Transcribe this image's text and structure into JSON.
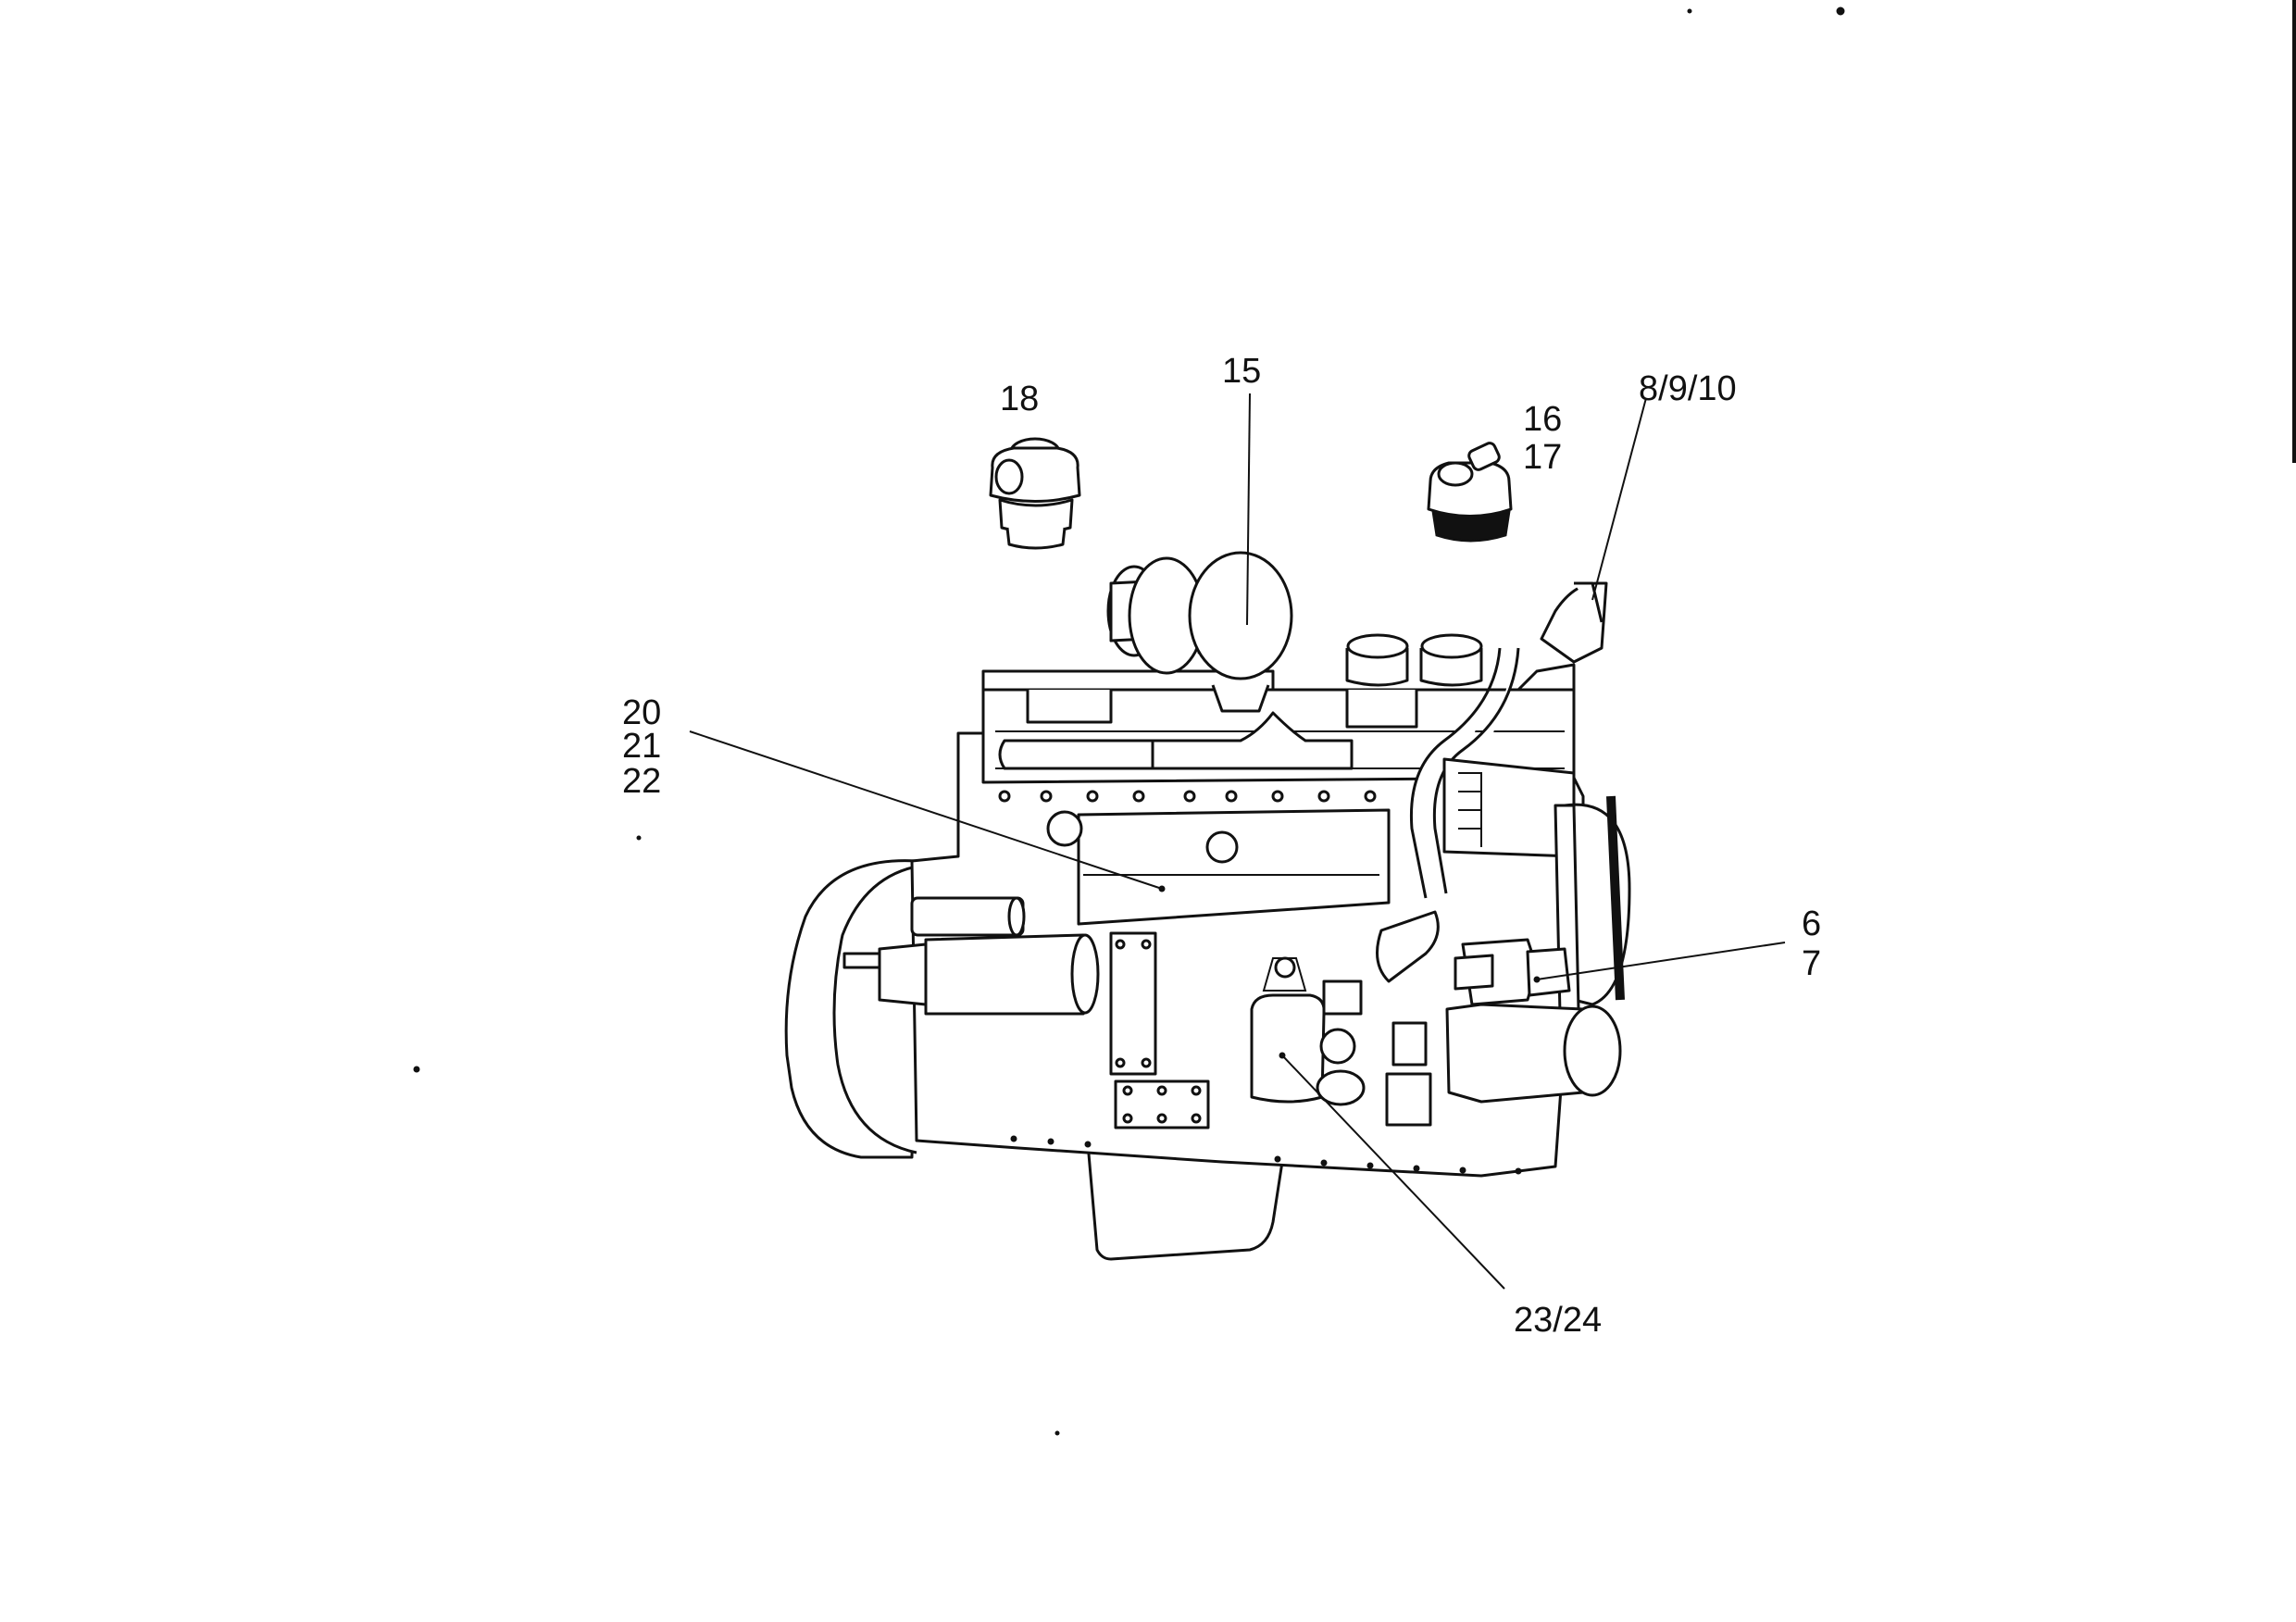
{
  "callouts": {
    "c18": "18",
    "c15": "15",
    "c16": "16",
    "c17": "17",
    "c8_9_10": "8/9/10",
    "c20": "20",
    "c21": "21",
    "c22": "22",
    "c6": "6",
    "c7": "7",
    "c23_24": "23/24"
  },
  "icons": {
    "engine": "engine-block-drawing",
    "plug18": "breather-plug-drawing",
    "plug16": "elbow-plug-drawing"
  },
  "colors": {
    "ink": "#111111",
    "paper": "#ffffff"
  }
}
